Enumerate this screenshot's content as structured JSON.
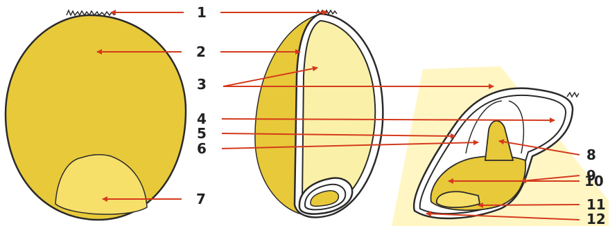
{
  "diagram": {
    "labels": [
      "1",
      "2",
      "3",
      "4",
      "5",
      "6",
      "7",
      "8",
      "9",
      "10",
      "11",
      "12"
    ]
  },
  "colors": {
    "seed_yellow": "#e8c93a",
    "endosperm": "#fbf0a8",
    "pale_bg": "#fff6c4",
    "arrow_red": "#d43a1c",
    "outline": "#2a2a2a"
  }
}
